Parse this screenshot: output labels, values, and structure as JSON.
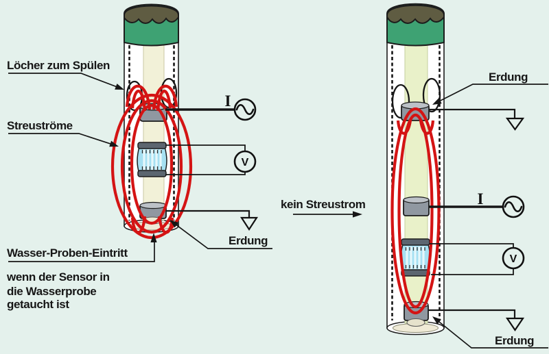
{
  "diagram": {
    "background_color": "#e4f1ec",
    "stray_current_color": "#d41414",
    "cap_green_color": "#3ea273",
    "cap_top_color": "#5f5c42",
    "electrode_gray_color": "#9098a1",
    "electrode_blue_color": "#a6e0f2",
    "core_left_color": "#f2f1d8",
    "core_right_color": "#e9f1c9"
  },
  "left_sensor": {
    "label_holes": "Löcher zum Spülen",
    "label_stray_currents": "Streuströme",
    "label_water_entry": "Wasser-Proben-Eintritt",
    "caption": [
      "wenn der Sensor in",
      "die Wasserprobe",
      "getaucht ist"
    ],
    "label_ground": "Erdung",
    "label_current": "I",
    "ac_source_symbol": "~",
    "voltmeter_label": "V"
  },
  "annotation_center": {
    "label": "kein Streustrom"
  },
  "right_sensor": {
    "label_ground_top": "Erdung",
    "label_current": "I",
    "ac_source_symbol": "~",
    "voltmeter_label": "V",
    "label_ground_bottom": "Erdung"
  }
}
